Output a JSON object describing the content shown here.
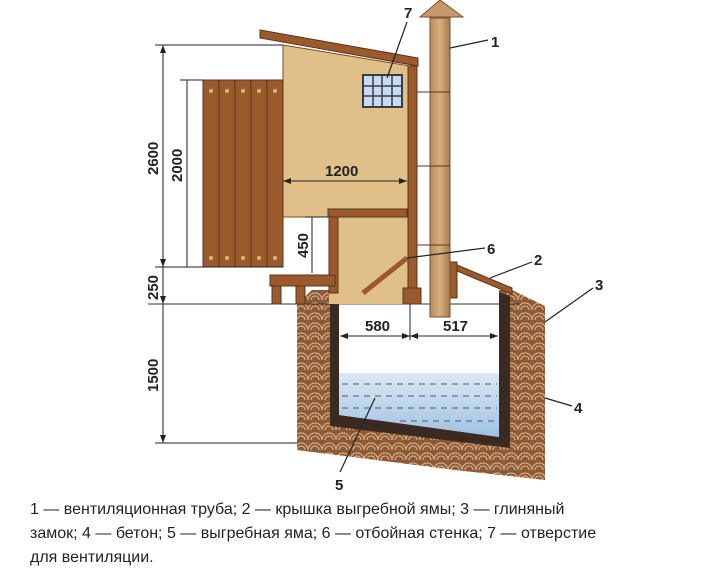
{
  "dimensions": {
    "total_height": "2600",
    "door_height": "2000",
    "booth_width": "1200",
    "seat_height": "450",
    "base_height": "250",
    "pit_depth": "1500",
    "pit_left": "580",
    "pit_right": "517"
  },
  "labels": {
    "l1": "1",
    "l2": "2",
    "l3": "3",
    "l4": "4",
    "l5": "5",
    "l6": "6",
    "l7": "7"
  },
  "caption": {
    "line1": "1 — вентиляционная труба; 2 — крышка выгребной ямы; 3 — глиняный",
    "line2": "замок; 4 — бетон; 5 — выгребная яма; 6 — отбойная стенка; 7 — отверстие",
    "line3": "для вентиляции."
  },
  "colors": {
    "wall": "#e0c088",
    "wood": "#9a5a2e",
    "earth": "#8a5a3a",
    "concrete": "#3a2a22",
    "water": "#b8d4ea"
  }
}
